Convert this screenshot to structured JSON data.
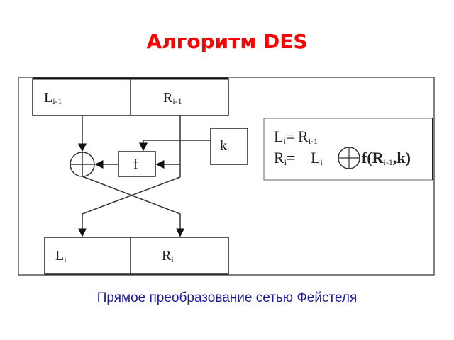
{
  "title": "Алгоритм DES",
  "caption": "Прямое преобразование сетью Фейстеля",
  "diagram": {
    "input_left": {
      "base": "L",
      "sub": "i-1"
    },
    "input_right": {
      "base": "R",
      "sub": "i-1"
    },
    "key": {
      "base": "k",
      "sub": "i"
    },
    "function": "f",
    "output_left": {
      "base": "L",
      "sub": "i"
    },
    "output_right": {
      "base": "R",
      "sub": "i"
    },
    "formulas": {
      "line1": {
        "lhs": "L",
        "lhs_sub": "i",
        "eq": "=",
        "rhs": "R",
        "rhs_sub": "i-1"
      },
      "line2": {
        "lhs": "R",
        "lhs_sub": "i",
        "eq": "=",
        "rhs": "L",
        "rhs_sub": "i",
        "func": "f(R",
        "func_sub": "i-1",
        "func_end": ",k)"
      }
    }
  },
  "colors": {
    "title": "#ff0000",
    "caption": "#1c1c9c"
  }
}
